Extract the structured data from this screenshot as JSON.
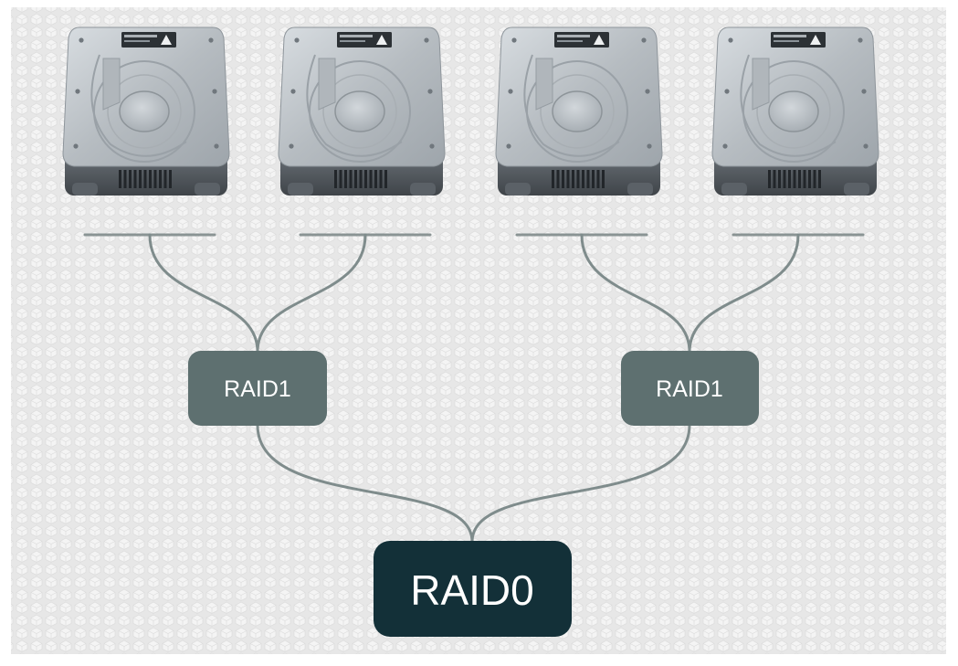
{
  "diagram": {
    "disks": [
      {
        "label": "Hard Drive"
      },
      {
        "label": "Hard Drive"
      },
      {
        "label": "Hard Drive"
      },
      {
        "label": "Hard Drive"
      }
    ],
    "mirrors": [
      {
        "label": "RAID1"
      },
      {
        "label": "RAID1"
      }
    ],
    "stripe": {
      "label": "RAID0"
    }
  },
  "colors": {
    "background": "#e9e9e9",
    "pattern": "#f6f6f6",
    "connector": "#7f8c8c",
    "raid1_box": "#5e7070",
    "raid0_box": "#133038",
    "label_text": "#ffffff",
    "disk_metal": "#b9bfc4"
  }
}
